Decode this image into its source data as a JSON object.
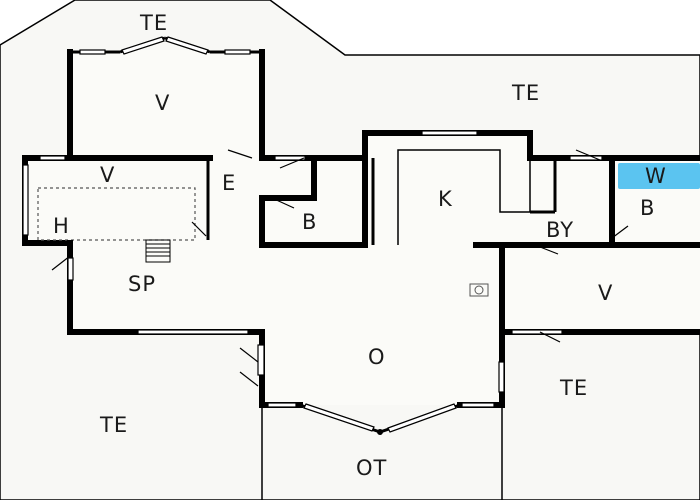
{
  "plan": {
    "colors": {
      "background": "#ffffff",
      "floor": "#f8f8f5",
      "wall": "#000000",
      "highlight": "#5bc4f0"
    },
    "rooms": {
      "te_top": "TE",
      "te_right_top": "TE",
      "v_upper": "V",
      "v_lower": "V",
      "e": "E",
      "b_center": "B",
      "k": "K",
      "w": "W",
      "b_right": "B",
      "by": "BY",
      "h": "H",
      "sp": "SP",
      "v_right": "V",
      "o": "O",
      "te_left": "TE",
      "te_right_bottom": "TE",
      "ot": "OT"
    }
  }
}
